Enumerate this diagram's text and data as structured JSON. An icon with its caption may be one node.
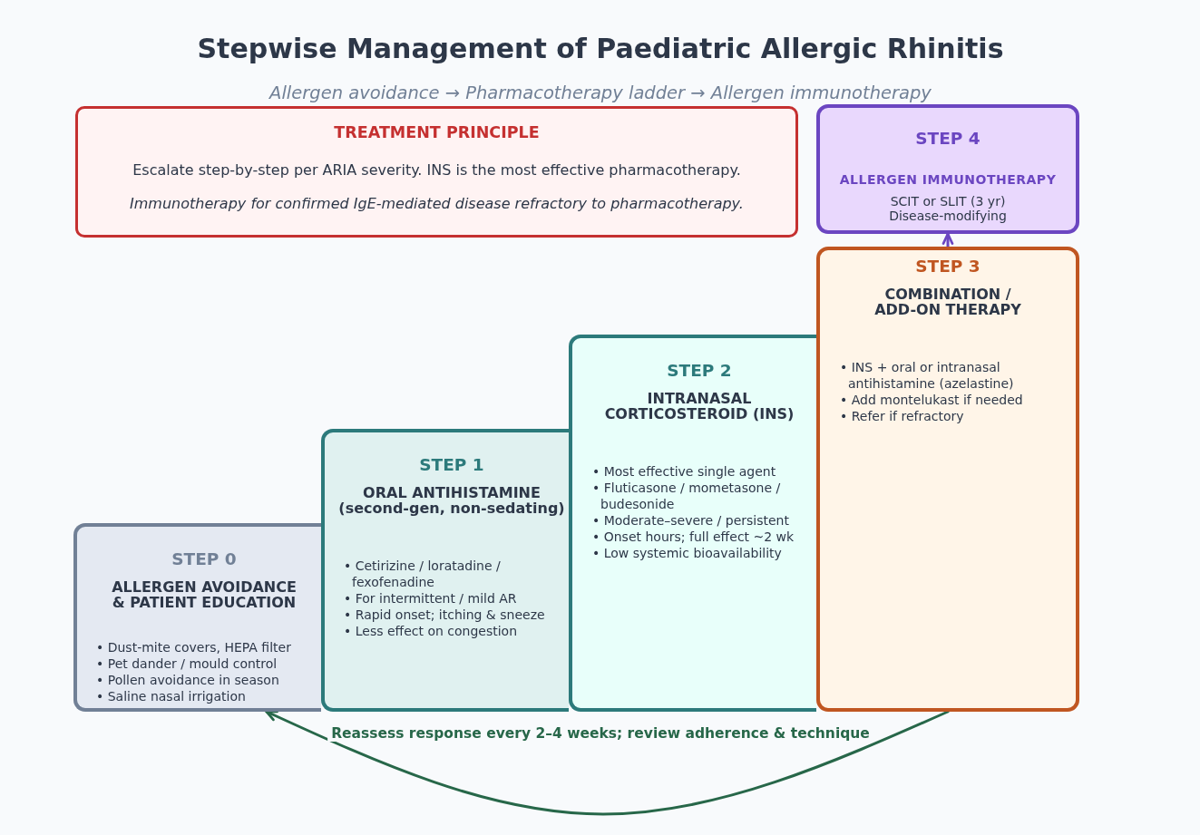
{
  "diagram": {
    "title": "Stepwise Management of Paediatric Allergic Rhinitis",
    "nodes": [
      {
        "text": [
          "TREATMENT PRINCIPLE",
          "Escalate step-by-step per ARIA severity. INS is the most effective pharmacotherapy.",
          "Immunotherapy for confirmed IgE-mediated disease refractory to pharmacotherapy."
        ]
      },
      {
        "text": [
          "STEP 0",
          "ALLERGEN AVOIDANCE & PATIENT EDUCATION",
          "• Dust-mite covers, HEPA filter",
          "• Pet dander / mould control",
          "• Pollen avoidance in season",
          "• Saline nasal irrigation"
        ]
      },
      {
        "text": [
          "STEP 1",
          "ORAL ANTIHISTAMINE (second-gen, non-sedating)",
          "• Cetirizine / loratadine / fexofenadine",
          "• For intermittent / mild AR",
          "• Rapid onset; itching & sneeze",
          "• Less effect on congestion"
        ]
      },
      {
        "text": [
          "STEP 2",
          "INTRANASAL CORTICOSTEROID (INS)",
          "• Most effective single agent",
          "• Fluticasone / mometasone / budesonide",
          "• Moderate–severe / persistent",
          "• Onset hours; full effect ~2 wk",
          "• Low systemic bioavailability"
        ]
      },
      {
        "text": [
          "STEP 3",
          "COMBINATION / ADD-ON THERAPY",
          "• INS + oral or intranasal antihistamine (azelastine)",
          "• Add montelukast if needed",
          "• Refer if refractory"
        ]
      },
      {
        "text": [
          "STEP 4",
          "ALLERGEN IMMUNOTHERAPY",
          "SCIT or SLIT (3 yr)",
          "Disease-modifying"
        ]
      }
    ],
    "edges": [
      {
        "from": 4,
        "to": 5,
        "arrow": "to",
        "color": "#6b46c1"
      },
      {
        "from": 4,
        "to": 1,
        "arrow": "to",
        "label": "Reassess response every 2–4 weeks; review adherence & technique",
        "color": "#276749"
      }
    ],
    "labels": [
      "Allergen avoidance → Pharmacotherapy ladder → Allergen immunotherapy"
    ]
  }
}
